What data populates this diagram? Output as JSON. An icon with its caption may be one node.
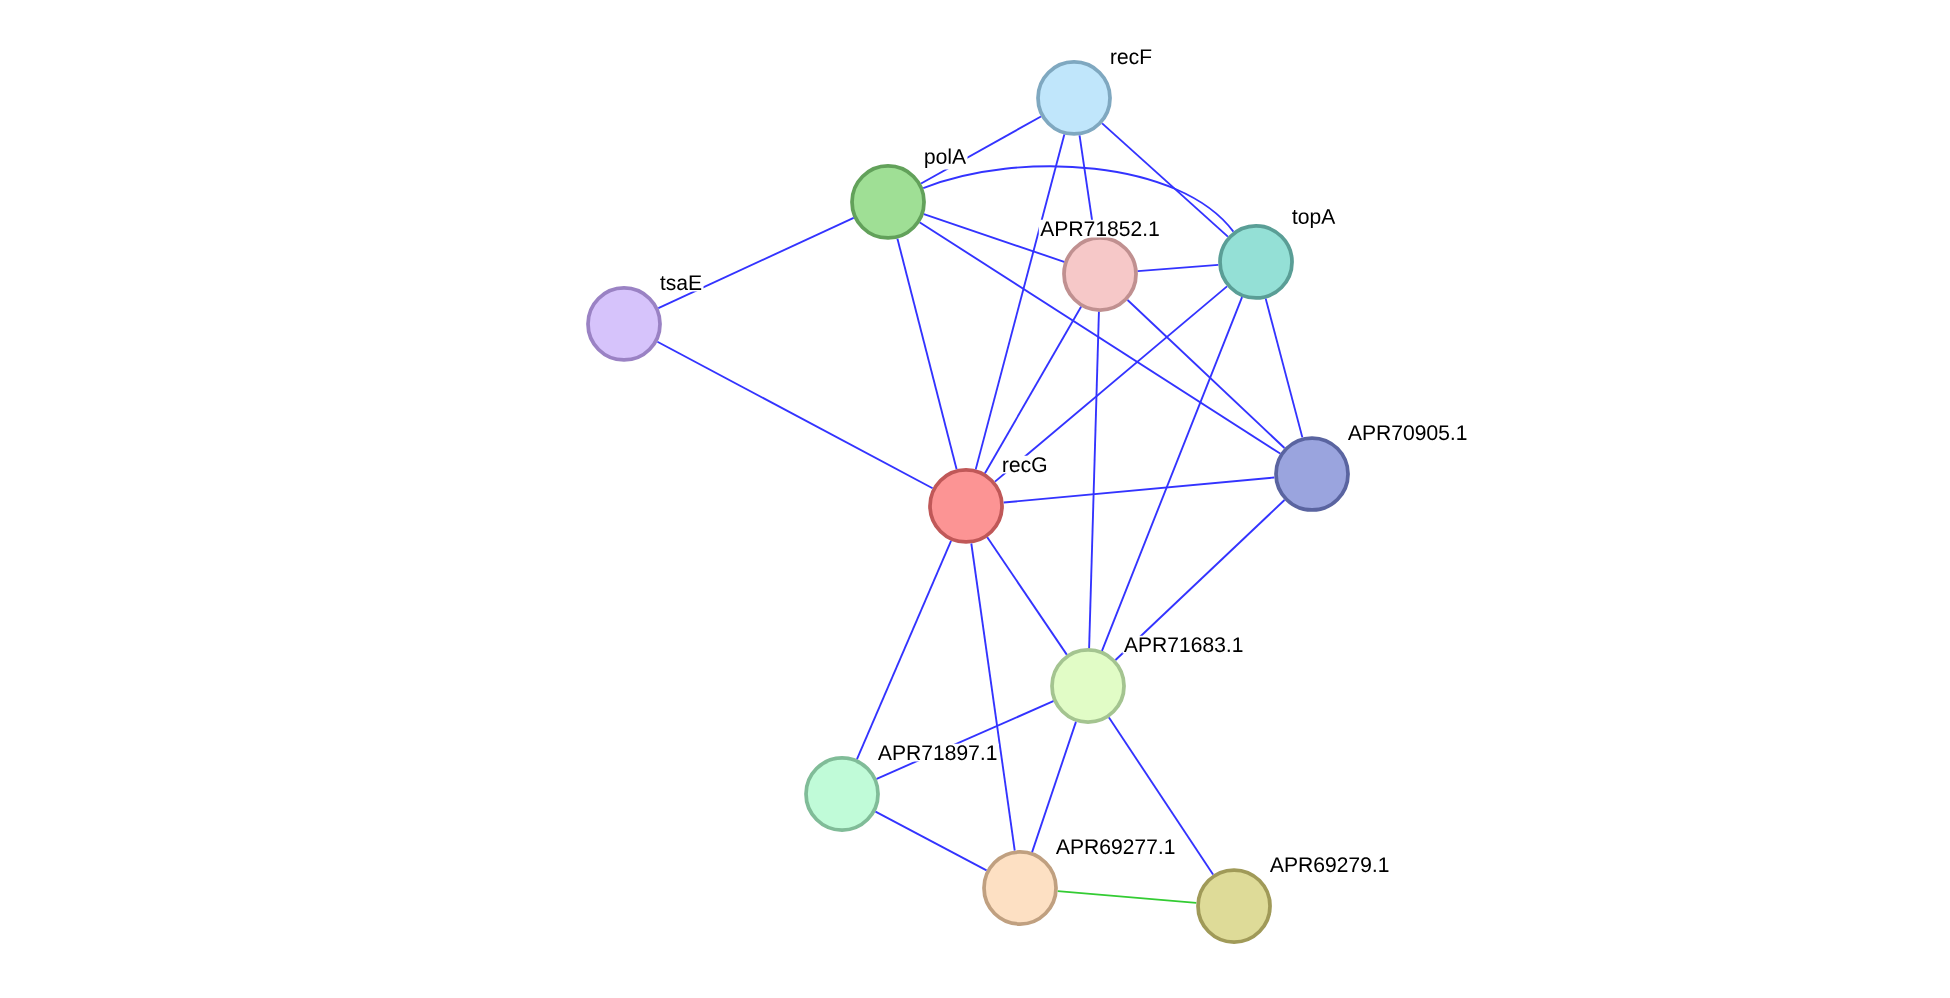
{
  "diagram": {
    "nodes": [
      {
        "text": [
          "recF"
        ]
      },
      {
        "text": [
          "polA"
        ]
      },
      {
        "text": [
          "APR71852.1"
        ]
      },
      {
        "text": [
          "topA"
        ]
      },
      {
        "text": [
          "tsaE"
        ]
      },
      {
        "text": [
          "APR70905.1"
        ]
      },
      {
        "text": [
          "recG"
        ]
      },
      {
        "text": [
          "APR71683.1"
        ]
      },
      {
        "text": [
          "APR71897.1"
        ]
      },
      {
        "text": [
          "APR69277.1"
        ]
      },
      {
        "text": [
          "APR69279.1"
        ]
      }
    ],
    "edges": [
      {
        "from": 0,
        "to": 1,
        "arrow": "none"
      },
      {
        "from": 0,
        "to": 2,
        "arrow": "none"
      },
      {
        "from": 0,
        "to": 3,
        "arrow": "none"
      },
      {
        "from": 0,
        "to": 6,
        "arrow": "none"
      },
      {
        "from": 1,
        "to": 4,
        "arrow": "none"
      },
      {
        "from": 1,
        "to": 2,
        "arrow": "none"
      },
      {
        "from": 1,
        "to": 3,
        "arrow": "none"
      },
      {
        "from": 1,
        "to": 5,
        "arrow": "none"
      },
      {
        "from": 1,
        "to": 6,
        "arrow": "none"
      },
      {
        "from": 4,
        "to": 6,
        "arrow": "none"
      },
      {
        "from": 2,
        "to": 3,
        "arrow": "none"
      },
      {
        "from": 2,
        "to": 5,
        "arrow": "none"
      },
      {
        "from": 2,
        "to": 6,
        "arrow": "none"
      },
      {
        "from": 2,
        "to": 7,
        "arrow": "none"
      },
      {
        "from": 3,
        "to": 5,
        "arrow": "none"
      },
      {
        "from": 3,
        "to": 6,
        "arrow": "none"
      },
      {
        "from": 3,
        "to": 7,
        "arrow": "none"
      },
      {
        "from": 5,
        "to": 6,
        "arrow": "none"
      },
      {
        "from": 5,
        "to": 7,
        "arrow": "none"
      },
      {
        "from": 6,
        "to": 7,
        "arrow": "none"
      },
      {
        "from": 6,
        "to": 8,
        "arrow": "none"
      },
      {
        "from": 6,
        "to": 9,
        "arrow": "none"
      },
      {
        "from": 7,
        "to": 8,
        "arrow": "none"
      },
      {
        "from": 7,
        "to": 9,
        "arrow": "none"
      },
      {
        "from": 7,
        "to": 10,
        "arrow": "none"
      },
      {
        "from": 8,
        "to": 9,
        "arrow": "none"
      },
      {
        "from": 9,
        "to": 10,
        "arrow": "none",
        "color": "#33cc33"
      }
    ]
  }
}
